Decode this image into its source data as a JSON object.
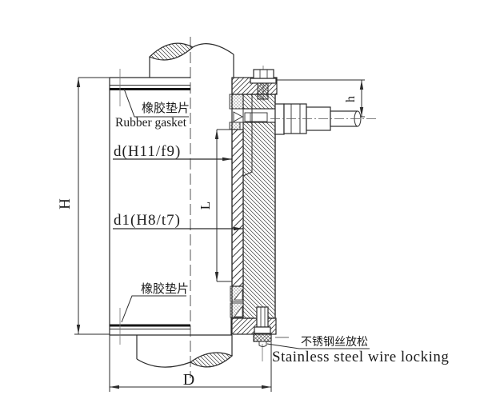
{
  "page": {
    "background": "#ffffff",
    "line_color": "#2b2b2b"
  },
  "labels": {
    "gasket_top_cn": "橡胶垫片",
    "gasket_top_en": "Rubber gasket",
    "bore_upper": "d(H11/f9)",
    "bore_lower": "d1(H8/t7)",
    "gasket_bottom_cn": "橡胶垫片",
    "wire_lock_cn": "不锈钢丝放松",
    "wire_lock_en": "Stainless steel wire locking"
  },
  "dimensions": {
    "overall_height": "H",
    "visible_length": "L",
    "outer_diameter": "D",
    "nozzle_offset": "h"
  }
}
